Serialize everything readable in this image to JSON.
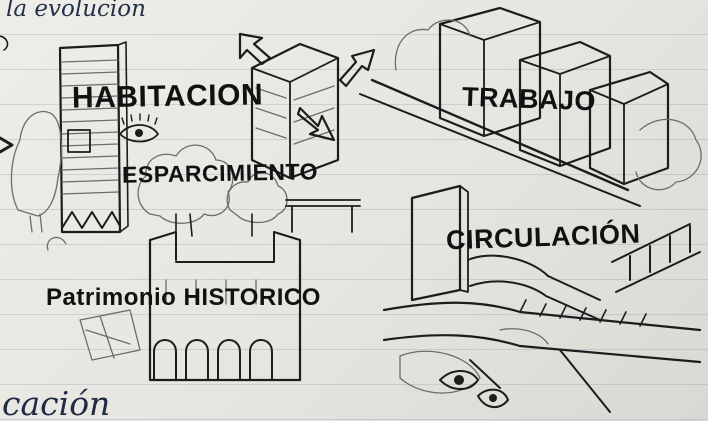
{
  "note": {
    "top_line": "la evolucion",
    "bottom_line": "cación"
  },
  "labels": {
    "habitacion": "HABITACION",
    "esparcimiento": "ESPARCIMIENTO",
    "trabajo": "TRABAJO",
    "circulacion": "CIRCULACIÓN",
    "patrimonio": "Patrimonio HISTORICO"
  }
}
